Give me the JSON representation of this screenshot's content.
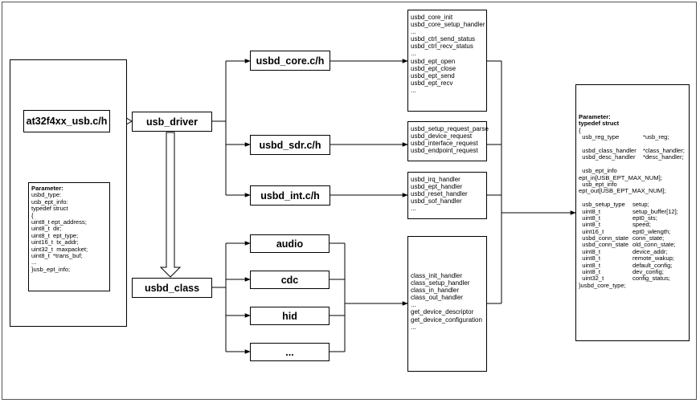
{
  "nodes": {
    "at32": "at32f4xx_usb.c/h",
    "usb_driver": "usb_driver",
    "usbd_core": "usbd_core.c/h",
    "usbd_sdr": "usbd_sdr.c/h",
    "usbd_int": "usbd_int.c/h",
    "usbd_class": "usbd_class",
    "audio": "audio",
    "cdc": "cdc",
    "hid": "hid",
    "more": "..."
  },
  "lists": {
    "core": [
      "usbd_core_init",
      "usbd_core_setup_handler",
      "...",
      "usbd_ctrl_send_status",
      "usbd_ctrl_recv_status",
      "...",
      "usbd_ept_open",
      "usbd_ept_close",
      "usbd_ept_send",
      "usbd_ept_recv",
      "..."
    ],
    "sdr": [
      "usbd_setup_request_parse",
      "usbd_device_request",
      "usbd_interface_request",
      "usbd_endpoint_request"
    ],
    "int": [
      "usbd_irq_handler",
      "usbd_ept_handler",
      "usbd_reset_handler",
      "usbd_sof_handler",
      "..."
    ],
    "class": [
      "class_init_handler",
      "class_setup_handler",
      "class_in_handler",
      "class_out_handler",
      "...",
      "get_device_descriptor",
      "get_device_configuration",
      "..."
    ]
  },
  "param_left": {
    "header": "Parameter:",
    "lines": [
      "usbd_type:",
      "usb_ept_info:",
      "typedef struct",
      "{",
      "uint8_t ept_address;",
      "uint8_t  dir;",
      "uint8_t  ept_type;",
      "uint16_t  tx_addr;",
      "uint32_t  maxpacket;",
      "uint8_t  *trans_buf;",
      "...",
      "}usb_ept_info;"
    ]
  },
  "param_right": {
    "header": [
      "Parameter:",
      "typedef struct"
    ],
    "lines": [
      [
        "{",
        ""
      ],
      [
        "  usb_reg_type",
        "*usb_reg;"
      ],
      [
        "",
        ""
      ],
      [
        "  usbd_class_handler",
        "*class_handler;"
      ],
      [
        "  usbd_desc_handler",
        "*desc_handler;"
      ],
      [
        "",
        ""
      ],
      [
        "  usb_ept_info",
        ""
      ],
      [
        "ept_in[USB_EPT_MAX_NUM];",
        ""
      ],
      [
        "  usb_ept_info",
        ""
      ],
      [
        "ept_out[USB_EPT_MAX_NUM];",
        ""
      ],
      [
        "",
        ""
      ],
      [
        "  usb_setup_type",
        "setup;"
      ],
      [
        "  uint8_t",
        "setup_buffer[12];"
      ],
      [
        "  uint8_t",
        "ept0_sts;"
      ],
      [
        "  uint8_t",
        "speed;"
      ],
      [
        "  uint16_t",
        "ept0_wlength;"
      ],
      [
        "  usbd_conn_state",
        "conn_state;"
      ],
      [
        "  usbd_conn_state",
        "old_conn_state;"
      ],
      [
        "  uint8_t",
        "device_addr;"
      ],
      [
        "  uint8_t",
        "remote_wakup;"
      ],
      [
        "  uint8_t",
        "default_config;"
      ],
      [
        "  uint8_t",
        "dev_config;"
      ],
      [
        "  uint32_t",
        "config_status;"
      ],
      [
        "}usbd_core_type;",
        ""
      ]
    ]
  }
}
